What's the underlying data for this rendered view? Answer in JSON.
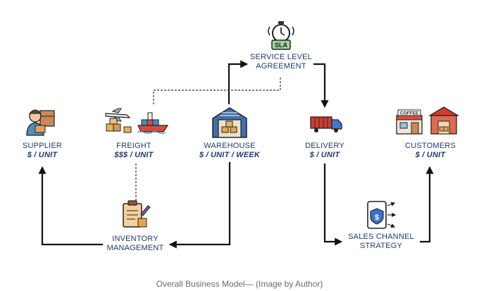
{
  "nodes": {
    "sla": {
      "name_line1": "SERVICE LEVEL",
      "name_line2": "AGREEMENT",
      "badge": "SLA",
      "icon": "stopwatch-icon"
    },
    "supplier": {
      "name": "SUPPLIER",
      "cost": "$ / UNIT",
      "icon": "supplier-worker-icon"
    },
    "freight": {
      "name": "FREIGHT",
      "cost": "$$$ / UNIT",
      "icon": "airplane-ship-icon"
    },
    "warehouse": {
      "name": "WAREHOUSE",
      "cost": "$ / UNIT / WEEK",
      "icon": "warehouse-icon"
    },
    "delivery": {
      "name": "DELIVERY",
      "cost": "$ / UNIT",
      "icon": "truck-icon"
    },
    "customers": {
      "name": "CUSTOMERS",
      "cost": "$ / UNIT",
      "icon": "stores-icon",
      "shop_sign": "COFFEE"
    },
    "inventory": {
      "name_line1": "INVENTORY",
      "name_line2": "MANAGEMENT",
      "icon": "clipboard-icon"
    },
    "sales": {
      "name_line1": "SALES CHANNEL",
      "name_line2": "STRATEGY",
      "icon": "tablet-dollar-icon"
    }
  },
  "caption": "Overall Business Model— (Image by Author)"
}
